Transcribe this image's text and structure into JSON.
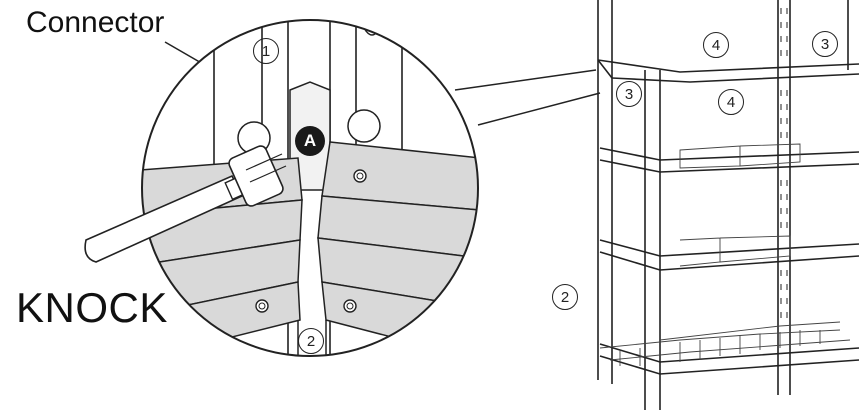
{
  "labels": {
    "connector": "Connector",
    "knock": "KNOCK",
    "part_a": "A"
  },
  "callouts": {
    "detail_top": "1",
    "detail_bottom": "2",
    "shelf_top_center": "4",
    "shelf_top_right": "3",
    "shelf_second_left": "3",
    "shelf_second_center": "4",
    "frame_left": "2"
  },
  "colors": {
    "line": "#222222",
    "panel_fill": "#d9d9d9",
    "badge": "#1a1a1a"
  }
}
